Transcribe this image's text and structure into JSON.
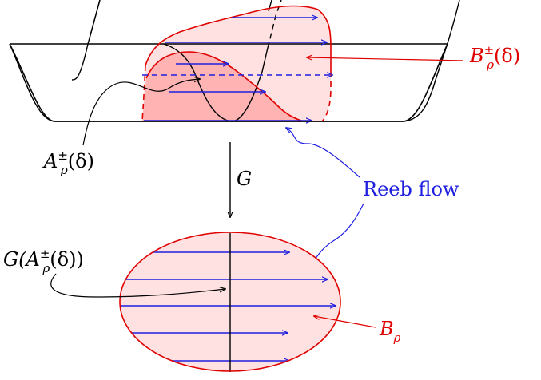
{
  "labels": {
    "B_upper": {
      "base": "B",
      "sup": "±",
      "sub": "ρ",
      "arg": "(δ)"
    },
    "A_upper": {
      "base": "A",
      "sup": "±",
      "sub": "ρ",
      "arg": "(δ)"
    },
    "G_arrow": "G",
    "G_of_A": {
      "prefix": "G(",
      "base": "A",
      "sup": "±",
      "sub": "ρ",
      "arg": "(δ))"
    },
    "reeb": "Reeb flow",
    "B_lower": {
      "base": "B",
      "sub": "ρ"
    }
  },
  "colors": {
    "red": "#e00000",
    "blue": "#1f1fe0",
    "black": "#000000",
    "light_fill": "#ffe1e1",
    "dark_fill": "#ffb3b3"
  }
}
